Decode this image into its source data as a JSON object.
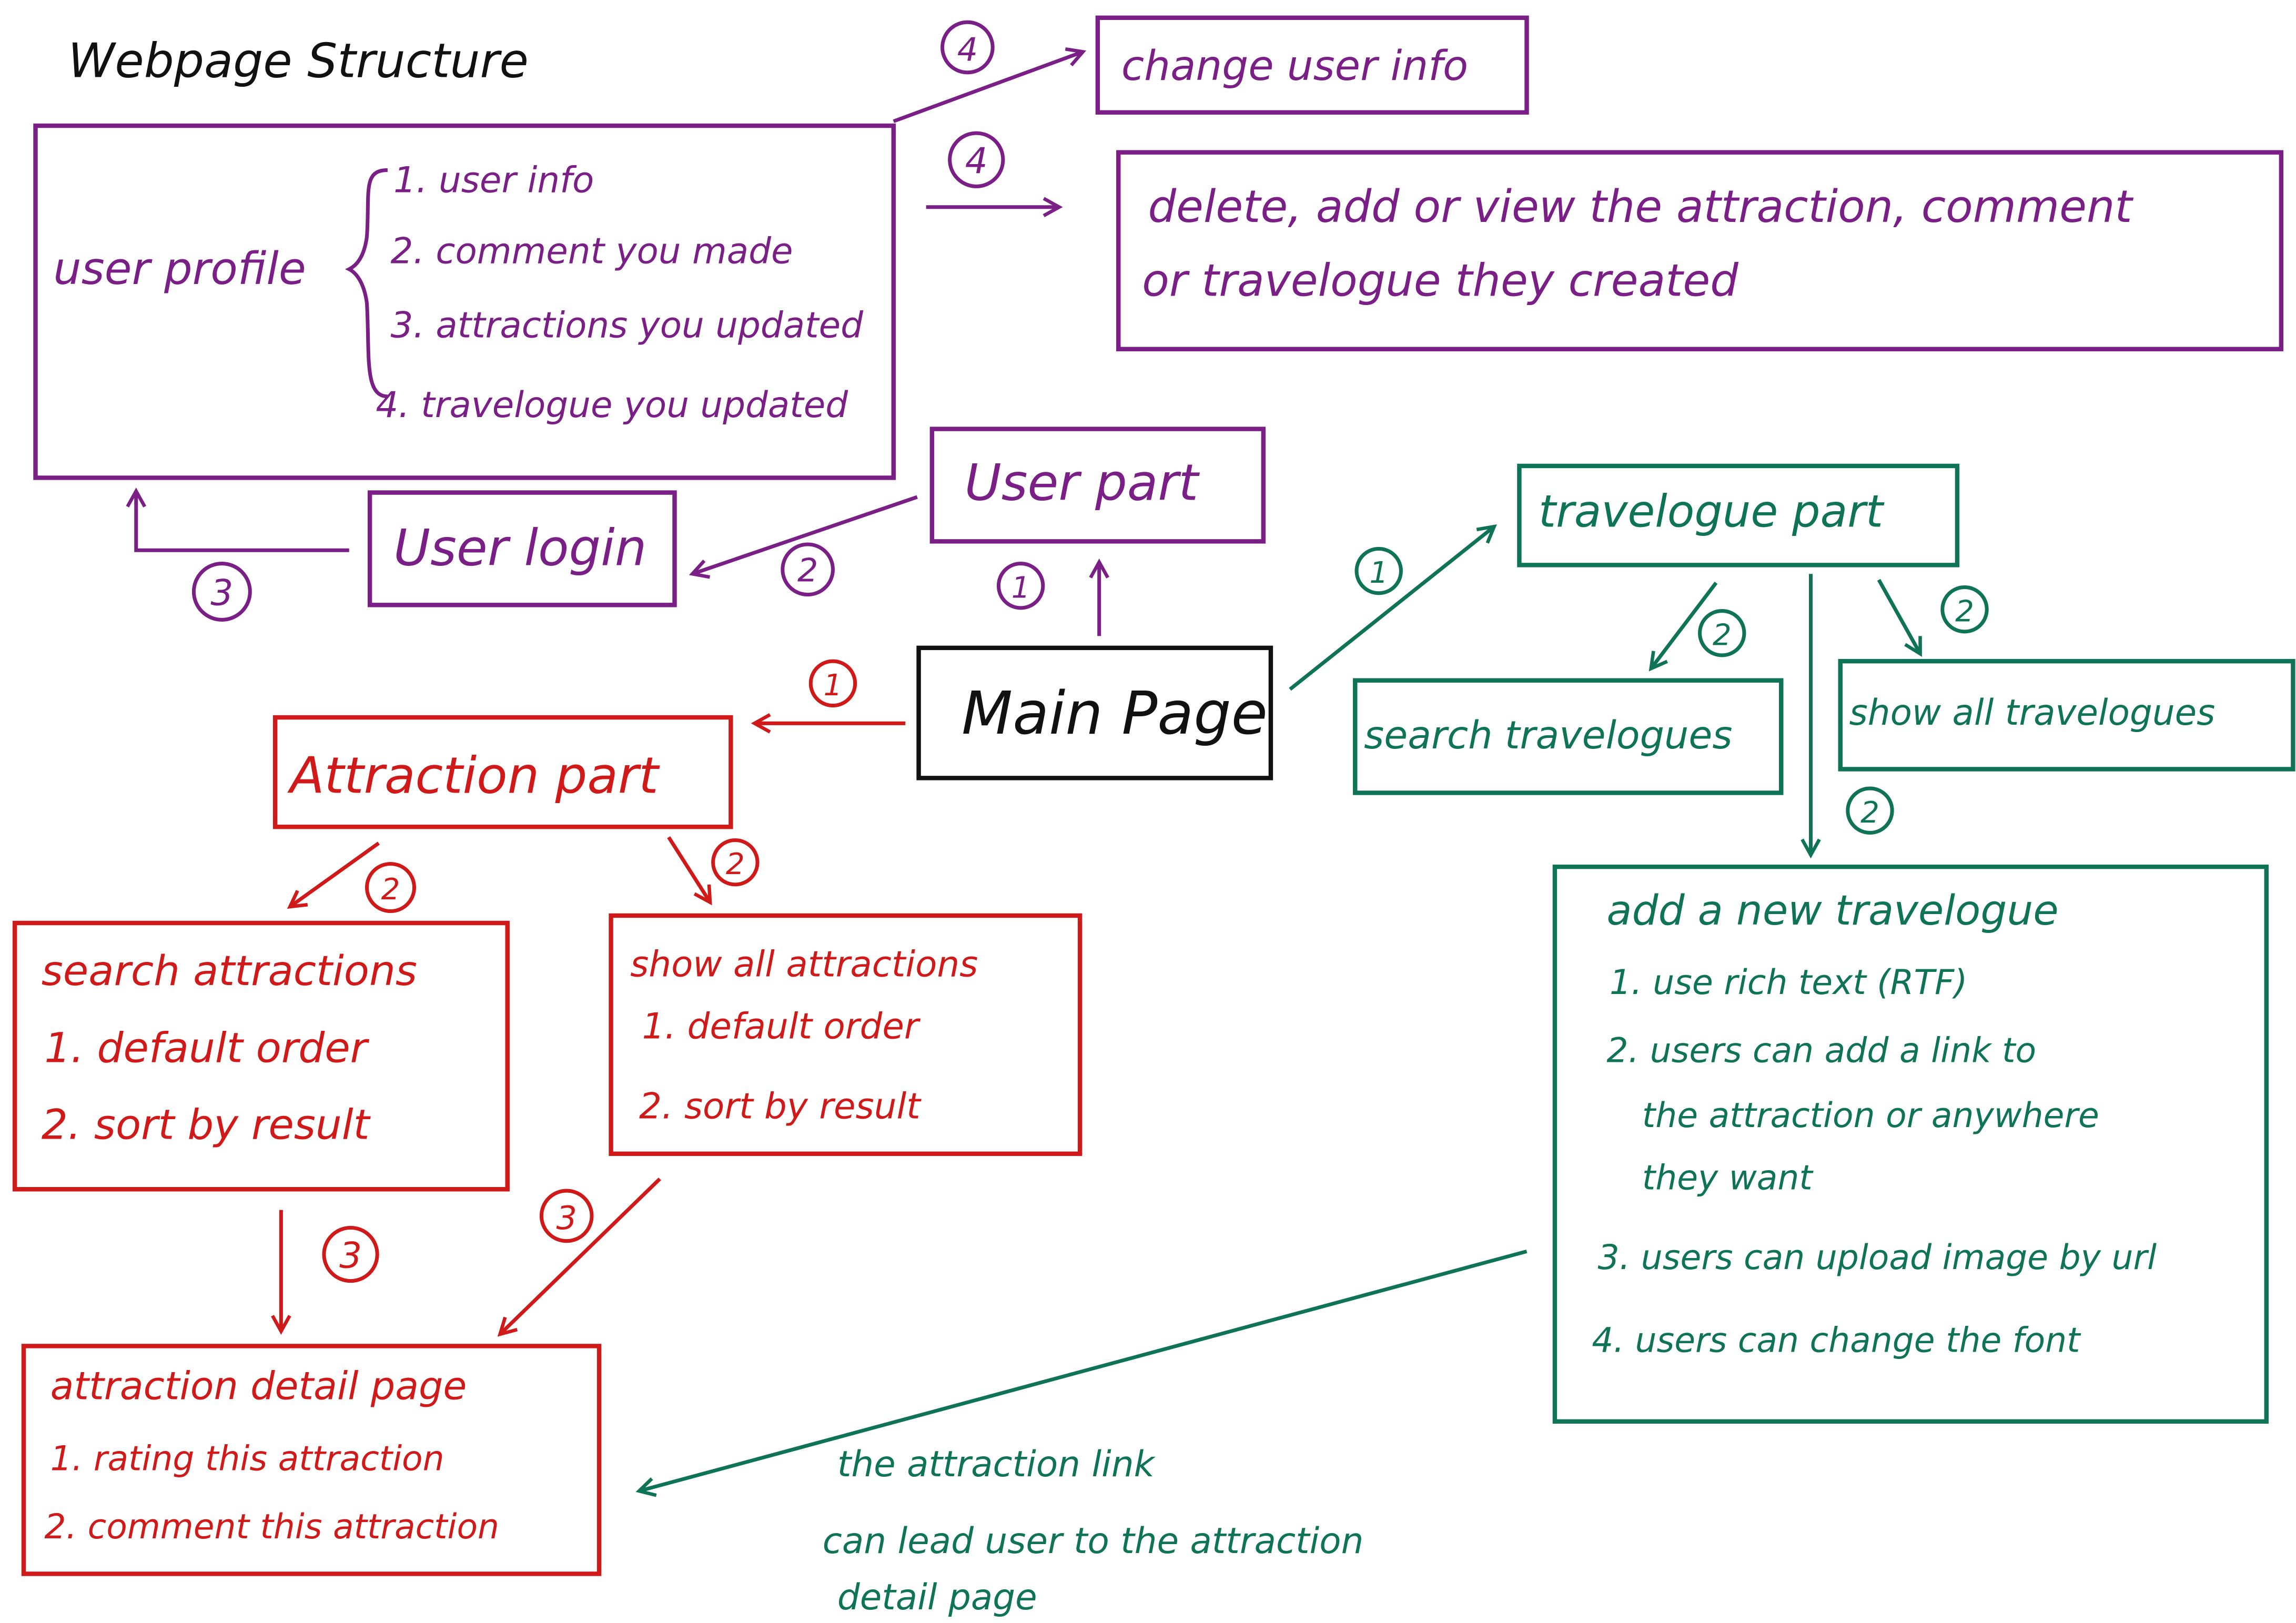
{
  "title": "Webpage Structure",
  "colors": {
    "black": "#111111",
    "purple": "#7a1f86",
    "green": "#0f7355",
    "red": "#d01a1a"
  },
  "nodes": {
    "main_page": {
      "label": "Main Page"
    },
    "user_part": {
      "label": "User part"
    },
    "user_login": {
      "label": "User login"
    },
    "user_profile": {
      "label": "user profile",
      "items": [
        "1. user info",
        "2. comment you made",
        "3. attractions you updated",
        "4. travelogue you updated"
      ]
    },
    "change_user_info": {
      "label": "change user info"
    },
    "manage_content": {
      "lines": [
        "delete, add or view the attraction, comment",
        "or travelogue they created"
      ]
    },
    "travelogue_part": {
      "label": "travelogue part"
    },
    "search_travelogues": {
      "label": "search travelogues"
    },
    "show_all_travelogues": {
      "label": "show all travelogues"
    },
    "add_travelogue": {
      "label": "add a new travelogue",
      "items": [
        "1. use rich text (RTF)",
        "2. users can add a link to",
        "the attraction or anywhere",
        "they want",
        "3. users can upload image by url",
        "4. users can change the font"
      ]
    },
    "attraction_part": {
      "label": "Attraction part"
    },
    "search_attractions": {
      "label": "search attractions",
      "items": [
        "1. default order",
        "2. sort by result"
      ]
    },
    "show_all_attractions": {
      "label": "show all attractions",
      "items": [
        "1. default order",
        "2. sort by result"
      ]
    },
    "attraction_detail": {
      "label": "attraction detail page",
      "items": [
        "1. rating this attraction",
        "2. comment this attraction"
      ]
    }
  },
  "note": {
    "lines": [
      "the attraction link",
      "can lead user to the attraction",
      "detail page"
    ]
  },
  "steps": {
    "s1": "1",
    "s2": "2",
    "s3": "3",
    "s4": "4"
  }
}
